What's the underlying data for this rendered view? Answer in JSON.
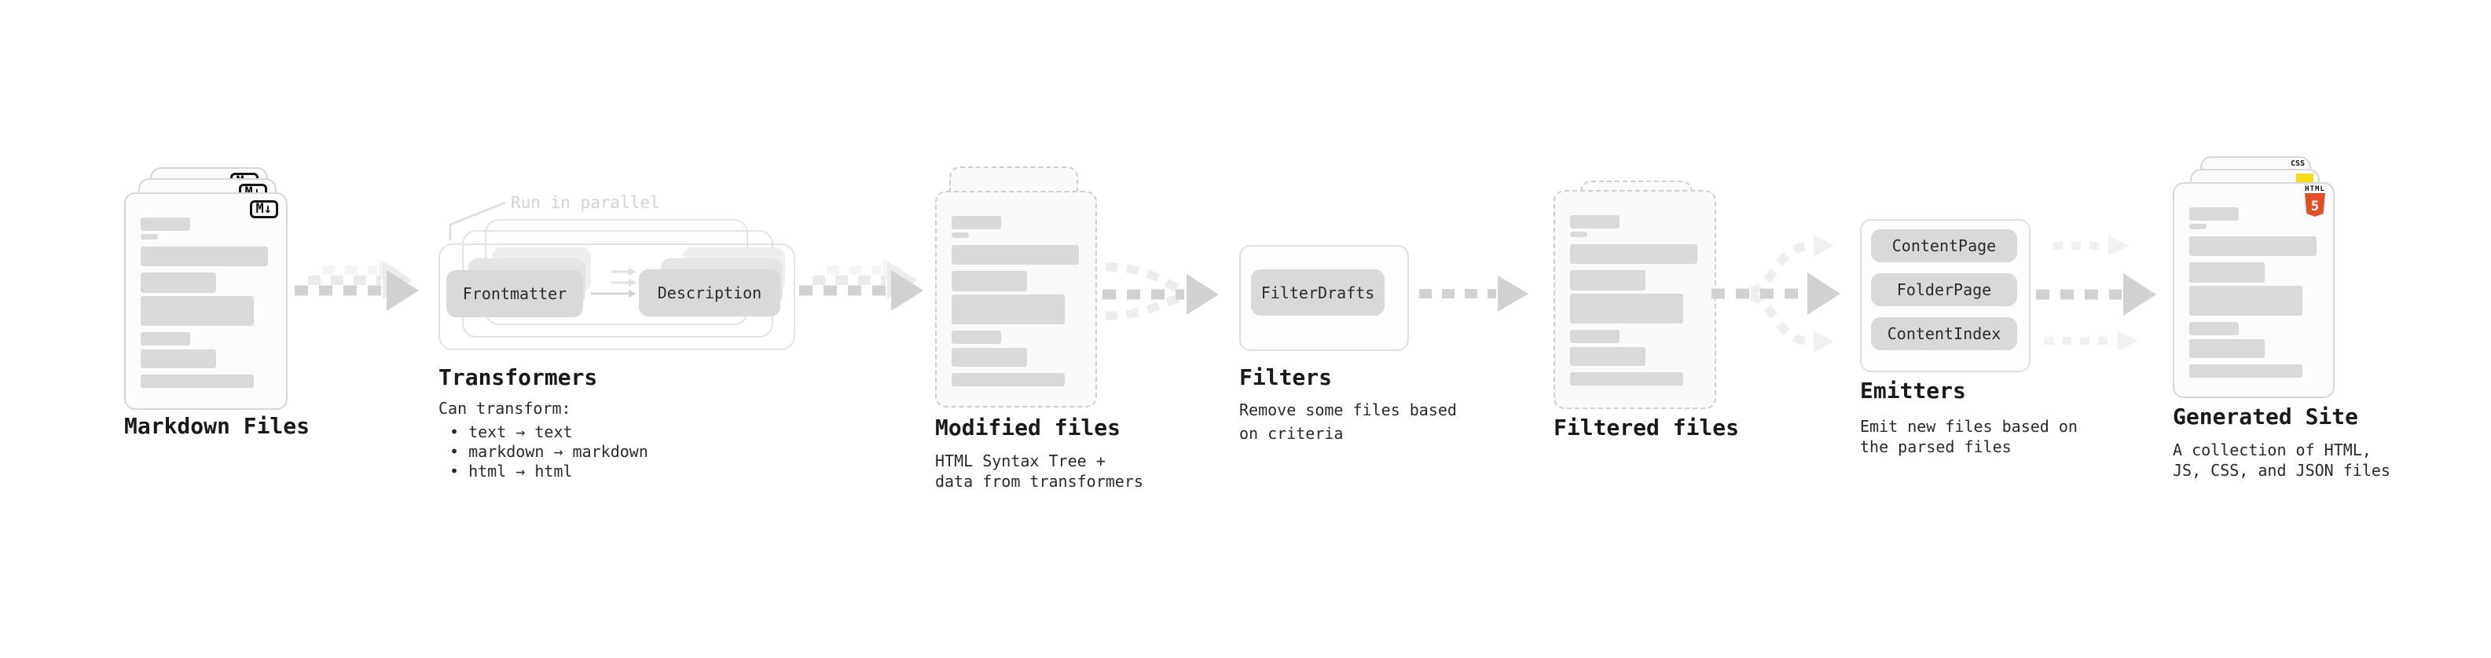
{
  "stages": {
    "markdown": {
      "title": "Markdown Files",
      "badge": "M↓"
    },
    "transformers": {
      "title": "Transformers",
      "callout": "Run in parallel",
      "step1": "Frontmatter",
      "step2": "Description",
      "desc_heading": "Can transform:",
      "bullets": [
        "• text → text",
        "• markdown → markdown",
        "• html → html"
      ]
    },
    "modified": {
      "title": "Modified files",
      "desc": [
        "HTML Syntax Tree +",
        "data from transformers"
      ]
    },
    "filters": {
      "title": "Filters",
      "button": "FilterDrafts",
      "desc": [
        "Remove some files based",
        "on criteria"
      ]
    },
    "filtered": {
      "title": "Filtered files"
    },
    "emitters": {
      "title": "Emitters",
      "buttons": [
        "ContentPage",
        "FolderPage",
        "ContentIndex"
      ],
      "desc": [
        "Emit new files based on",
        "the parsed files"
      ]
    },
    "generated": {
      "title": "Generated Site",
      "desc": [
        "A collection of HTML,",
        "JS, CSS, and JSON files"
      ],
      "badge_css": "CSS",
      "badge_html": "HTML",
      "badge_html_number": "5"
    }
  },
  "colors": {
    "html5_orange": "#e34f26",
    "js_yellow": "#f5de19",
    "css_blue": "#2862e9",
    "arrow_gray": "#d1d1d1",
    "arrow_ghost": "#ebebeb",
    "skeleton_gray": "#d9d9d9"
  }
}
